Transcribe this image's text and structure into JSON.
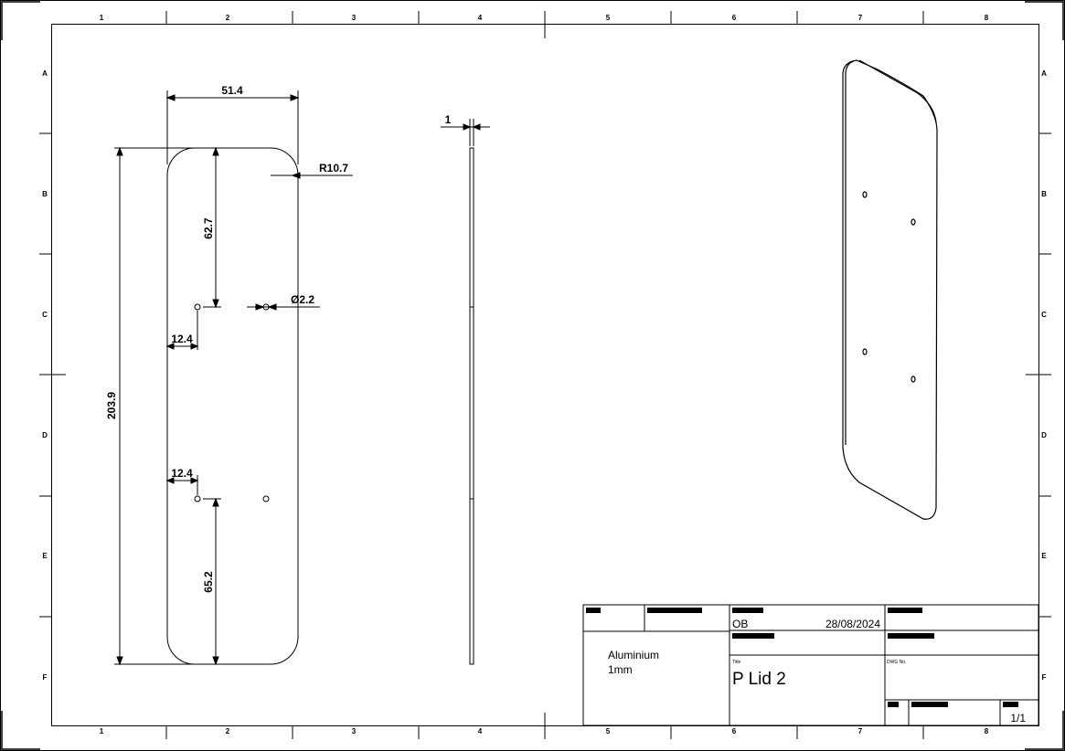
{
  "zones": {
    "columns": [
      "1",
      "2",
      "3",
      "4",
      "5",
      "6",
      "7",
      "8"
    ],
    "rows": [
      "A",
      "B",
      "C",
      "D",
      "E",
      "F"
    ]
  },
  "dimensions": {
    "width": "51.4",
    "thickness": "1",
    "corner_radius": "R10.7",
    "top_to_hole": "62.7",
    "hole_diameter": "Ø2.2",
    "hole_offset_upper": "12.4",
    "overall_length": "203.9",
    "hole_offset_lower": "12.4",
    "bottom_to_hole": "65.2"
  },
  "title_block": {
    "material_line1": "Aluminium",
    "material_line2": "1mm",
    "drawn_by": "OB",
    "date": "28/08/2024",
    "title_label": "Title",
    "title": "P Lid 2",
    "dwg_label": "DWG No.",
    "sheet": "1/1"
  }
}
